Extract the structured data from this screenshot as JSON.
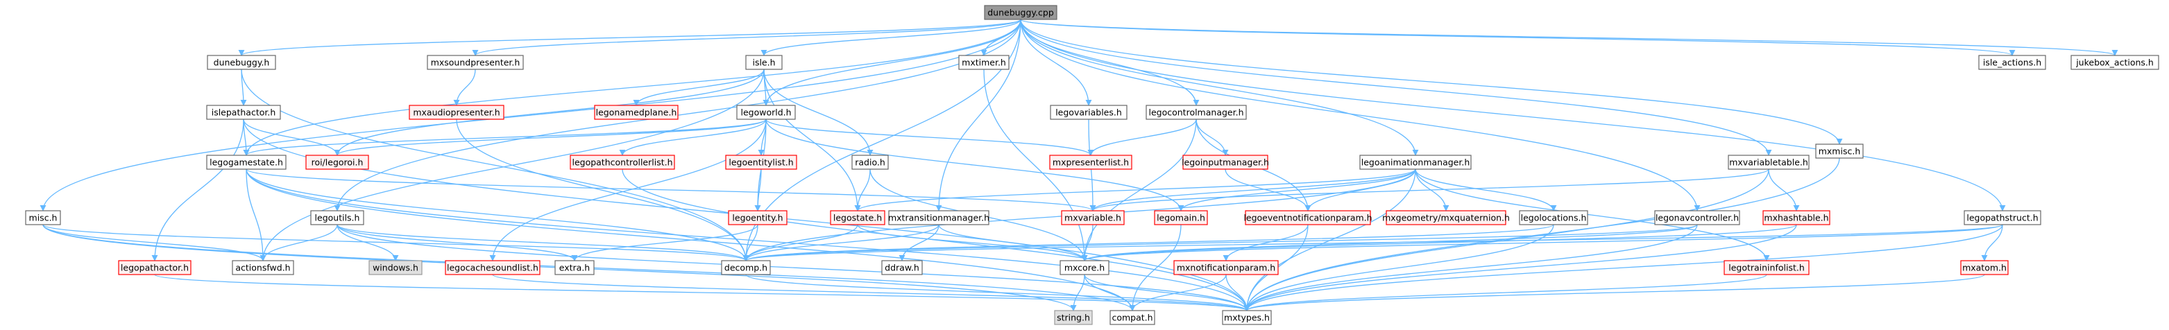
{
  "graph": {
    "type": "include-dependency-graph",
    "root": "dunebuggy.cpp",
    "colors": {
      "edge": "#63b8ff",
      "root_fill": "#999999",
      "root_border": "#666666",
      "documented_fill": "#ffffff",
      "documented_border": "#666666",
      "truncated_fill": "#fff0f0",
      "truncated_border": "#ff0000",
      "system_fill": "#e0e0e0",
      "system_border": "#999999"
    },
    "nodes": [
      {
        "id": "dunebuggy_cpp",
        "label": "dunebuggy.cpp",
        "kind": "root"
      },
      {
        "id": "dunebuggy_h",
        "label": "dunebuggy.h",
        "kind": "documented"
      },
      {
        "id": "mxsoundpresenter_h",
        "label": "mxsoundpresenter.h",
        "kind": "documented"
      },
      {
        "id": "isle_h",
        "label": "isle.h",
        "kind": "documented"
      },
      {
        "id": "mxtimer_h",
        "label": "mxtimer.h",
        "kind": "documented"
      },
      {
        "id": "legovariables_h",
        "label": "legovariables.h",
        "kind": "documented"
      },
      {
        "id": "legocontrolmanager_h",
        "label": "legocontrolmanager.h",
        "kind": "documented"
      },
      {
        "id": "mxmisc_h",
        "label": "mxmisc.h",
        "kind": "documented"
      },
      {
        "id": "isle_actions_h",
        "label": "isle_actions.h",
        "kind": "documented"
      },
      {
        "id": "jukebox_actions_h",
        "label": "jukebox_actions.h",
        "kind": "documented"
      },
      {
        "id": "mxaudiopresenter_h",
        "label": "mxaudiopresenter.h",
        "kind": "truncated"
      },
      {
        "id": "islepathactor_h",
        "label": "islepathactor.h",
        "kind": "documented"
      },
      {
        "id": "legonamedplane_h",
        "label": "legonamedplane.h",
        "kind": "truncated"
      },
      {
        "id": "legoworld_h",
        "label": "legoworld.h",
        "kind": "documented"
      },
      {
        "id": "legoinputmanager_h",
        "label": "legoinputmanager.h",
        "kind": "truncated"
      },
      {
        "id": "mxpresenterlist_h",
        "label": "mxpresenterlist.h",
        "kind": "truncated"
      },
      {
        "id": "legogamestate_h",
        "label": "legogamestate.h",
        "kind": "documented"
      },
      {
        "id": "roi_legoroi_h",
        "label": "roi/legoroi.h",
        "kind": "truncated"
      },
      {
        "id": "legopathcontrollerlist_h",
        "label": "legopathcontrollerlist.h",
        "kind": "truncated"
      },
      {
        "id": "legoentitylist_h",
        "label": "legoentitylist.h",
        "kind": "truncated"
      },
      {
        "id": "radio_h",
        "label": "radio.h",
        "kind": "documented"
      },
      {
        "id": "legoanimationmanager_h",
        "label": "legoanimationmanager.h",
        "kind": "documented"
      },
      {
        "id": "mxvariabletable_h",
        "label": "mxvariabletable.h",
        "kind": "documented"
      },
      {
        "id": "legopathstruct_h",
        "label": "legopathstruct.h",
        "kind": "documented"
      },
      {
        "id": "misc_h",
        "label": "misc.h",
        "kind": "documented"
      },
      {
        "id": "legoutils_h",
        "label": "legoutils.h",
        "kind": "documented"
      },
      {
        "id": "legoentity_h",
        "label": "legoentity.h",
        "kind": "truncated"
      },
      {
        "id": "legostate_h",
        "label": "legostate.h",
        "kind": "truncated"
      },
      {
        "id": "mxtransitionmanager_h",
        "label": "mxtransitionmanager.h",
        "kind": "documented"
      },
      {
        "id": "mxvariable_h",
        "label": "mxvariable.h",
        "kind": "truncated"
      },
      {
        "id": "legomain_h",
        "label": "legomain.h",
        "kind": "truncated"
      },
      {
        "id": "legoeventnotificationparam_h",
        "label": "legoeventnotificationparam.h",
        "kind": "truncated"
      },
      {
        "id": "mxgeometry_mxquaternion_h",
        "label": "mxgeometry/mxquaternion.h",
        "kind": "truncated"
      },
      {
        "id": "legolocations_h",
        "label": "legolocations.h",
        "kind": "documented"
      },
      {
        "id": "legonavcontroller_h",
        "label": "legonavcontroller.h",
        "kind": "documented"
      },
      {
        "id": "mxhashtable_h",
        "label": "mxhashtable.h",
        "kind": "truncated"
      },
      {
        "id": "legopathactor_h",
        "label": "legopathactor.h",
        "kind": "truncated"
      },
      {
        "id": "actionsfwd_h",
        "label": "actionsfwd.h",
        "kind": "documented"
      },
      {
        "id": "windows_h",
        "label": "windows.h",
        "kind": "system"
      },
      {
        "id": "legocachesoundlist_h",
        "label": "legocachesoundlist.h",
        "kind": "truncated"
      },
      {
        "id": "extra_h",
        "label": "extra.h",
        "kind": "documented"
      },
      {
        "id": "decomp_h",
        "label": "decomp.h",
        "kind": "documented"
      },
      {
        "id": "ddraw_h",
        "label": "ddraw.h",
        "kind": "documented"
      },
      {
        "id": "mxcore_h",
        "label": "mxcore.h",
        "kind": "documented"
      },
      {
        "id": "mxnotificationparam_h",
        "label": "mxnotificationparam.h",
        "kind": "truncated"
      },
      {
        "id": "legotraininfolist_h",
        "label": "legotraininfolist.h",
        "kind": "truncated"
      },
      {
        "id": "mxatom_h",
        "label": "mxatom.h",
        "kind": "truncated"
      },
      {
        "id": "string_h",
        "label": "string.h",
        "kind": "system"
      },
      {
        "id": "compat_h",
        "label": "compat.h",
        "kind": "documented"
      },
      {
        "id": "mxtypes_h",
        "label": "mxtypes.h",
        "kind": "documented"
      }
    ],
    "edges": [
      [
        "dunebuggy_cpp",
        "dunebuggy_h"
      ],
      [
        "dunebuggy_cpp",
        "mxsoundpresenter_h"
      ],
      [
        "dunebuggy_cpp",
        "isle_h"
      ],
      [
        "dunebuggy_cpp",
        "mxtimer_h"
      ],
      [
        "dunebuggy_cpp",
        "legovariables_h"
      ],
      [
        "dunebuggy_cpp",
        "legocontrolmanager_h"
      ],
      [
        "dunebuggy_cpp",
        "mxmisc_h"
      ],
      [
        "dunebuggy_cpp",
        "isle_actions_h"
      ],
      [
        "dunebuggy_cpp",
        "jukebox_actions_h"
      ],
      [
        "dunebuggy_cpp",
        "legoworld_h"
      ],
      [
        "dunebuggy_cpp",
        "legoanimationmanager_h"
      ],
      [
        "dunebuggy_cpp",
        "mxvariabletable_h"
      ],
      [
        "dunebuggy_cpp",
        "legopathstruct_h"
      ],
      [
        "dunebuggy_cpp",
        "misc_h"
      ],
      [
        "dunebuggy_cpp",
        "legoutils_h"
      ],
      [
        "dunebuggy_cpp",
        "mxtransitionmanager_h"
      ],
      [
        "dunebuggy_cpp",
        "legonavcontroller_h"
      ],
      [
        "dunebuggy_cpp",
        "legogamestate_h"
      ],
      [
        "dunebuggy_cpp",
        "decomp_h"
      ],
      [
        "dunebuggy_h",
        "islepathactor_h"
      ],
      [
        "dunebuggy_h",
        "decomp_h"
      ],
      [
        "mxsoundpresenter_h",
        "mxaudiopresenter_h"
      ],
      [
        "mxaudiopresenter_h",
        "decomp_h"
      ],
      [
        "islepathactor_h",
        "legogamestate_h"
      ],
      [
        "islepathactor_h",
        "roi_legoroi_h"
      ],
      [
        "islepathactor_h",
        "legopathactor_h"
      ],
      [
        "islepathactor_h",
        "mxtypes_h"
      ],
      [
        "isle_h",
        "legonamedplane_h"
      ],
      [
        "isle_h",
        "legoworld_h"
      ],
      [
        "isle_h",
        "radio_h"
      ],
      [
        "isle_h",
        "legostate_h"
      ],
      [
        "isle_h",
        "actionsfwd_h"
      ],
      [
        "isle_h",
        "roi_legoroi_h"
      ],
      [
        "legoworld_h",
        "roi_legoroi_h"
      ],
      [
        "legoworld_h",
        "legopathcontrollerlist_h"
      ],
      [
        "legoworld_h",
        "legoentitylist_h"
      ],
      [
        "legoworld_h",
        "mxpresenterlist_h"
      ],
      [
        "legoworld_h",
        "legoentity_h"
      ],
      [
        "legoworld_h",
        "legocachesoundlist_h"
      ],
      [
        "legoworld_h",
        "legomain_h"
      ],
      [
        "legoworld_h",
        "legogamestate_h"
      ],
      [
        "legoentitylist_h",
        "legoentity_h"
      ],
      [
        "legoentity_h",
        "extra_h"
      ],
      [
        "legoentity_h",
        "decomp_h"
      ],
      [
        "legopathcontrollerlist_h",
        "mxtypes_h"
      ],
      [
        "legocachesoundlist_h",
        "mxtypes_h"
      ],
      [
        "radio_h",
        "legostate_h"
      ],
      [
        "radio_h",
        "mxcore_h"
      ],
      [
        "legostate_h",
        "decomp_h"
      ],
      [
        "legostate_h",
        "mxcore_h"
      ],
      [
        "legogamestate_h",
        "actionsfwd_h"
      ],
      [
        "legogamestate_h",
        "decomp_h"
      ],
      [
        "legogamestate_h",
        "mxtypes_h"
      ],
      [
        "legogamestate_h",
        "mxvariable_h"
      ],
      [
        "legogamestate_h",
        "compat_h"
      ],
      [
        "misc_h",
        "actionsfwd_h"
      ],
      [
        "misc_h",
        "compat_h"
      ],
      [
        "misc_h",
        "string_h"
      ],
      [
        "misc_h",
        "decomp_h"
      ],
      [
        "legoutils_h",
        "actionsfwd_h"
      ],
      [
        "legoutils_h",
        "windows_h"
      ],
      [
        "legoutils_h",
        "extra_h"
      ],
      [
        "legoutils_h",
        "decomp_h"
      ],
      [
        "legoutils_h",
        "mxtypes_h"
      ],
      [
        "mxtimer_h",
        "mxcore_h"
      ],
      [
        "legovariables_h",
        "mxvariable_h"
      ],
      [
        "mxvariable_h",
        "mxcore_h"
      ],
      [
        "legocontrolmanager_h",
        "mxpresenterlist_h"
      ],
      [
        "legocontrolmanager_h",
        "legoinputmanager_h"
      ],
      [
        "legocontrolmanager_h",
        "legoeventnotificationparam_h"
      ],
      [
        "legocontrolmanager_h",
        "mxcore_h"
      ],
      [
        "legoinputmanager_h",
        "legoeventnotificationparam_h"
      ],
      [
        "legoeventnotificationparam_h",
        "mxnotificationparam_h"
      ],
      [
        "legoeventnotificationparam_h",
        "mxtypes_h"
      ],
      [
        "mxnotificationparam_h",
        "compat_h"
      ],
      [
        "mxnotificationparam_h",
        "mxtypes_h"
      ],
      [
        "mxtransitionmanager_h",
        "ddraw_h"
      ],
      [
        "mxtransitionmanager_h",
        "decomp_h"
      ],
      [
        "mxtransitionmanager_h",
        "mxcore_h"
      ],
      [
        "legoanimationmanager_h",
        "legostate_h"
      ],
      [
        "legoanimationmanager_h",
        "mxvariable_h"
      ],
      [
        "legoanimationmanager_h",
        "legomain_h"
      ],
      [
        "legoanimationmanager_h",
        "legoeventnotificationparam_h"
      ],
      [
        "legoanimationmanager_h",
        "mxgeometry_mxquaternion_h"
      ],
      [
        "legoanimationmanager_h",
        "legolocations_h"
      ],
      [
        "legoanimationmanager_h",
        "legotraininfolist_h"
      ],
      [
        "legoanimationmanager_h",
        "decomp_h"
      ],
      [
        "legoanimationmanager_h",
        "mxtypes_h"
      ],
      [
        "legolocations_h",
        "decomp_h"
      ],
      [
        "legolocations_h",
        "mxtypes_h"
      ],
      [
        "legonavcontroller_h",
        "decomp_h"
      ],
      [
        "legonavcontroller_h",
        "mxcore_h"
      ],
      [
        "legonavcontroller_h",
        "mxtypes_h"
      ],
      [
        "legomain_h",
        "compat_h"
      ],
      [
        "mxvariabletable_h",
        "mxhashtable_h"
      ],
      [
        "mxvariabletable_h",
        "mxvariable_h"
      ],
      [
        "mxvariabletable_h",
        "mxtypes_h"
      ],
      [
        "mxhashtable_h",
        "mxcore_h"
      ],
      [
        "mxhashtable_h",
        "mxtypes_h"
      ],
      [
        "legopathstruct_h",
        "mxatom_h"
      ],
      [
        "legopathstruct_h",
        "decomp_h"
      ],
      [
        "legopathstruct_h",
        "mxcore_h"
      ],
      [
        "legopathstruct_h",
        "mxtypes_h"
      ],
      [
        "mxatom_h",
        "mxtypes_h"
      ],
      [
        "legotraininfolist_h",
        "mxtypes_h"
      ],
      [
        "mxmisc_h",
        "mxtypes_h"
      ],
      [
        "mxcore_h",
        "string_h"
      ],
      [
        "mxcore_h",
        "compat_h"
      ],
      [
        "mxcore_h",
        "mxtypes_h"
      ],
      [
        "legopathactor_h",
        "mxtypes_h"
      ],
      [
        "decomp_h",
        "mxtypes_h"
      ]
    ]
  }
}
